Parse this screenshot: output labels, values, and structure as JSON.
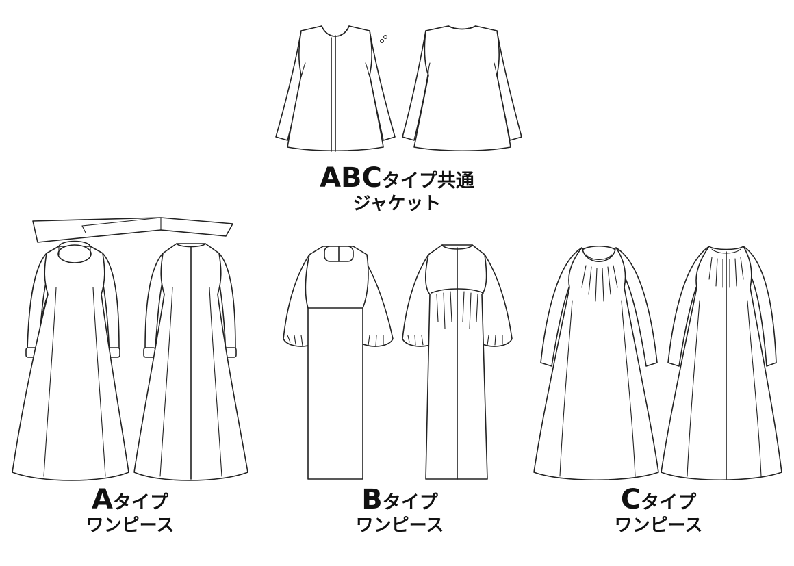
{
  "jacket": {
    "caption_prefix": "ABC",
    "caption_suffix": "タイプ共通",
    "subtitle": "ジャケット"
  },
  "type_a": {
    "letter": "A",
    "suffix": "タイプ",
    "subtitle": "ワンピース"
  },
  "type_b": {
    "letter": "B",
    "suffix": "タイプ",
    "subtitle": "ワンピース"
  },
  "type_c": {
    "letter": "C",
    "suffix": "タイプ",
    "subtitle": "ワンピース"
  },
  "colors": {
    "line": "#222222",
    "background": "#ffffff",
    "text": "#111111"
  }
}
